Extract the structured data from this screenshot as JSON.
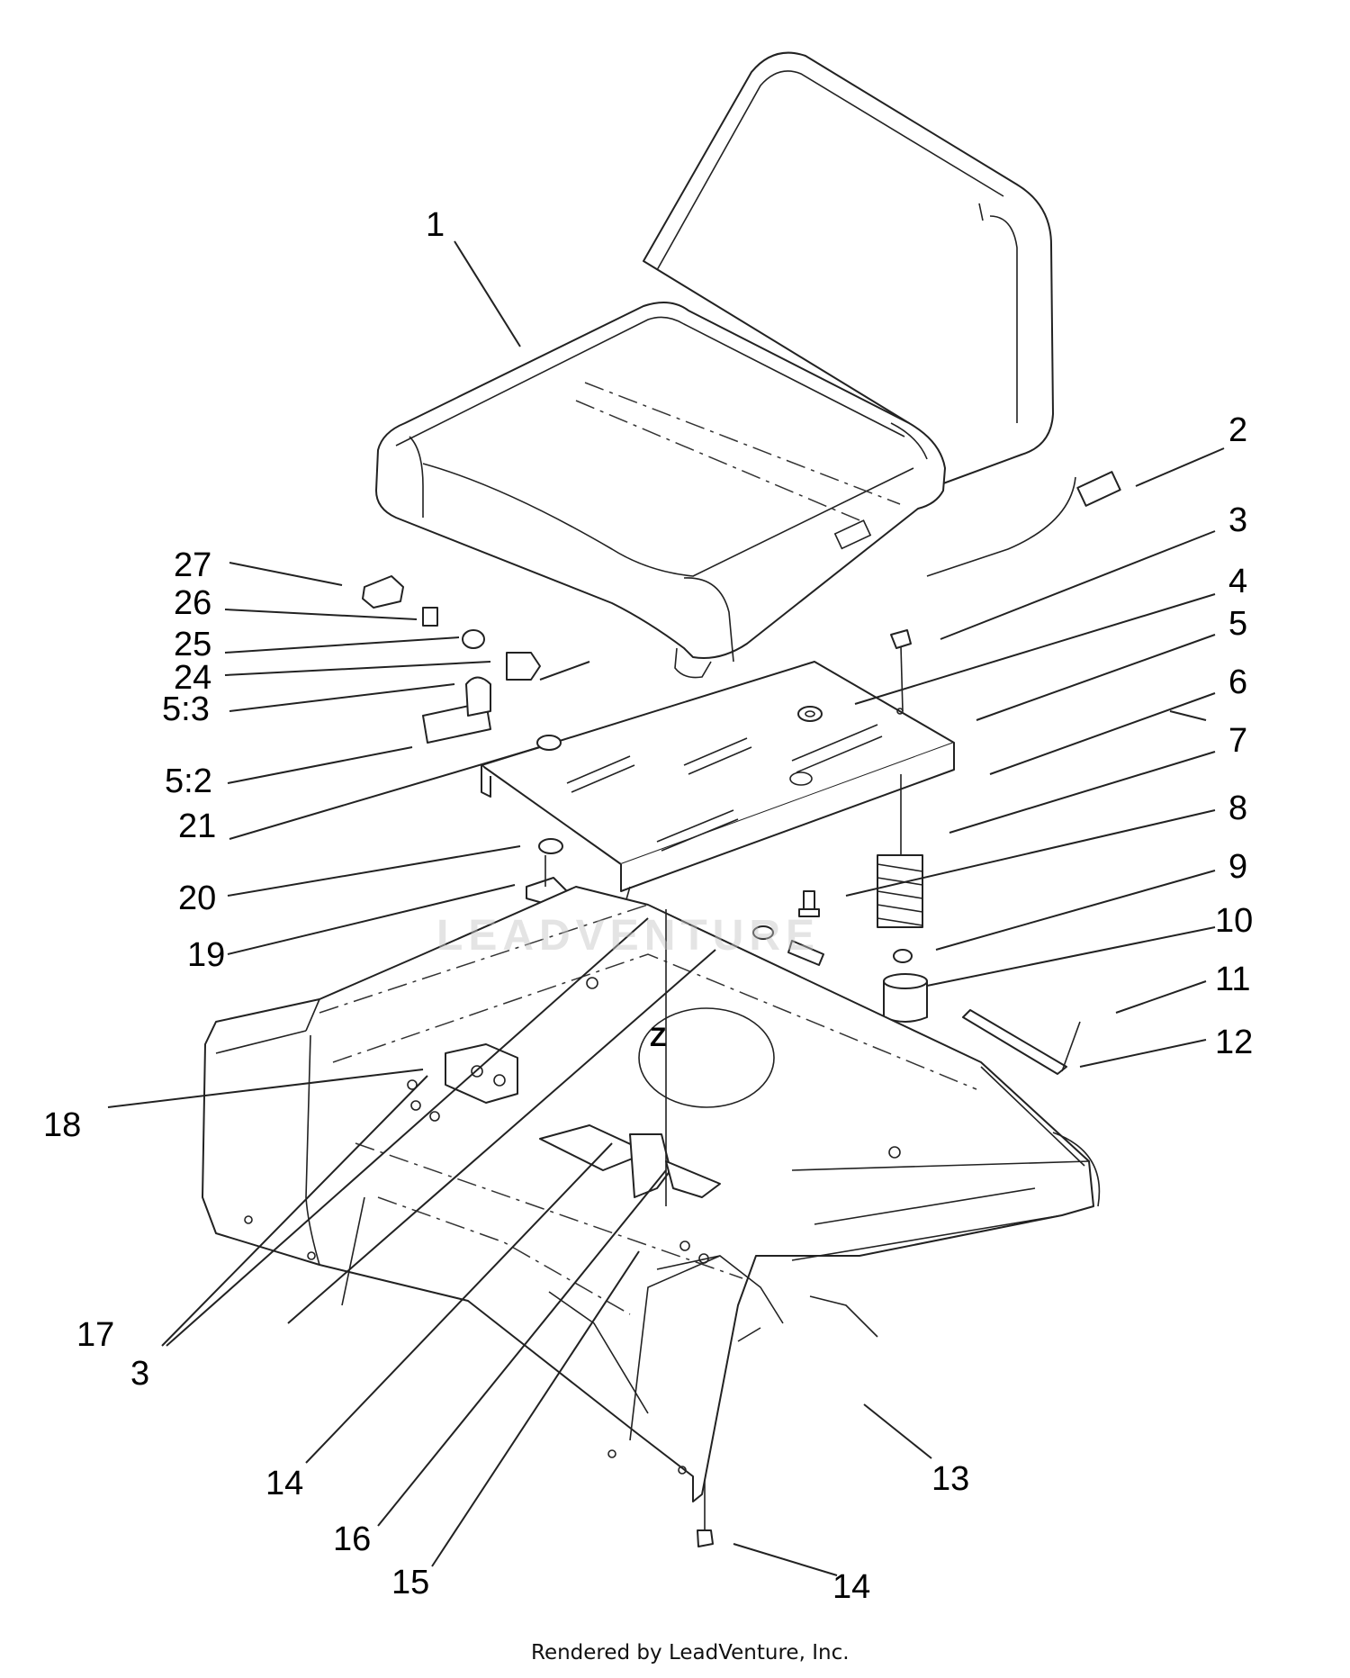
{
  "callouts": [
    {
      "id": "c1",
      "label": "1"
    },
    {
      "id": "c2",
      "label": "2"
    },
    {
      "id": "c3a",
      "label": "3"
    },
    {
      "id": "c4",
      "label": "4"
    },
    {
      "id": "c5",
      "label": "5"
    },
    {
      "id": "c6",
      "label": "6"
    },
    {
      "id": "c7",
      "label": "7"
    },
    {
      "id": "c8",
      "label": "8"
    },
    {
      "id": "c9",
      "label": "9"
    },
    {
      "id": "c10",
      "label": "10"
    },
    {
      "id": "c11",
      "label": "11"
    },
    {
      "id": "c12",
      "label": "12"
    },
    {
      "id": "c13",
      "label": "13"
    },
    {
      "id": "c14a",
      "label": "14"
    },
    {
      "id": "c14b",
      "label": "14"
    },
    {
      "id": "c15",
      "label": "15"
    },
    {
      "id": "c16",
      "label": "16"
    },
    {
      "id": "c17",
      "label": "17"
    },
    {
      "id": "c18",
      "label": "18"
    },
    {
      "id": "c19",
      "label": "19"
    },
    {
      "id": "c20",
      "label": "20"
    },
    {
      "id": "c21",
      "label": "21"
    },
    {
      "id": "c52",
      "label": "5:2"
    },
    {
      "id": "c53",
      "label": "5:3"
    },
    {
      "id": "c24",
      "label": "24"
    },
    {
      "id": "c25",
      "label": "25"
    },
    {
      "id": "c26",
      "label": "26"
    },
    {
      "id": "c27",
      "label": "27"
    },
    {
      "id": "c3b",
      "label": "3"
    }
  ],
  "axis_marker": "Z",
  "watermark": "LEADVENTURE",
  "footer": "Rendered by LeadVenture, Inc."
}
